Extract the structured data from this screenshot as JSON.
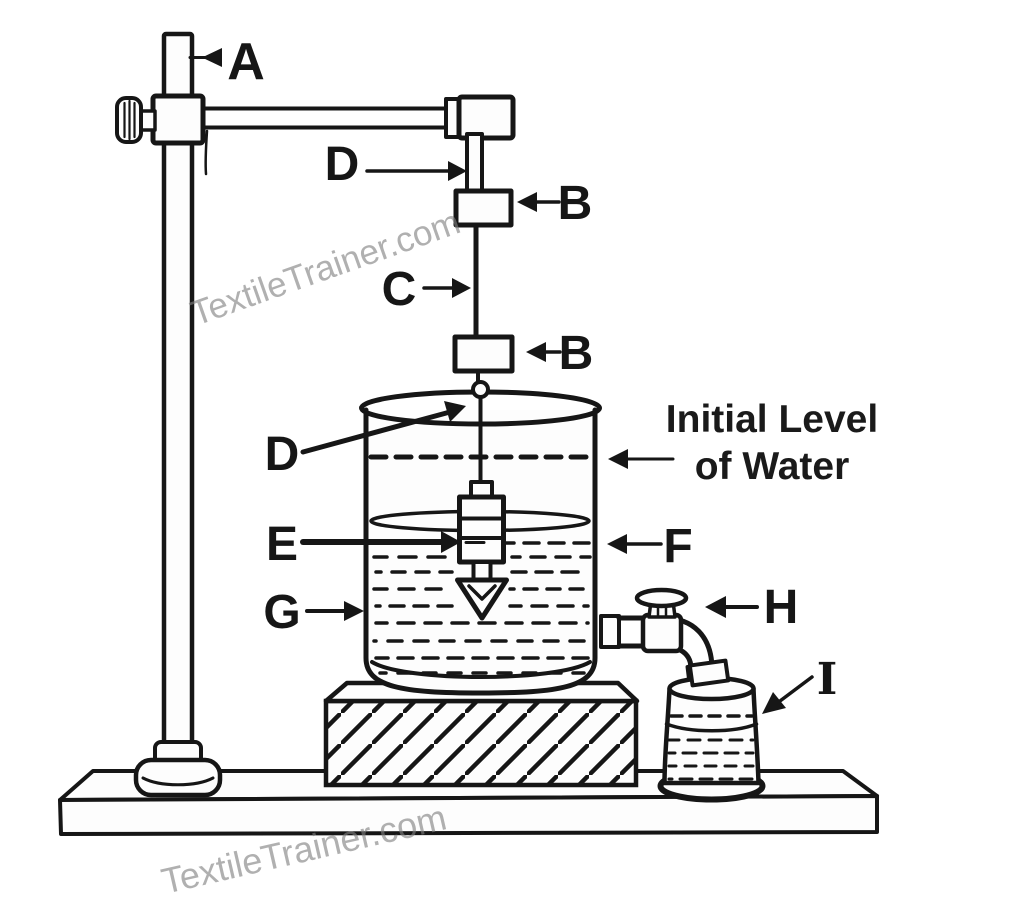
{
  "figure": {
    "type": "labelled-apparatus-diagram",
    "watermark": {
      "text": "TextileTrainer.com"
    },
    "labels": {
      "stand": "A",
      "clamp_upper": "B",
      "thread": "C",
      "clamp_lower": "B",
      "hook_upper": "D",
      "hook_lower": "D",
      "plummet": "E",
      "water_level": "F",
      "beaker": "G",
      "tap": "H",
      "bottle": "I"
    },
    "annotations": {
      "initial_level_line1": "Initial Level",
      "initial_level_line2": "of Water"
    },
    "colors": {
      "ink": "#161616",
      "watermark": "#808080",
      "background": "#ffffff"
    }
  }
}
